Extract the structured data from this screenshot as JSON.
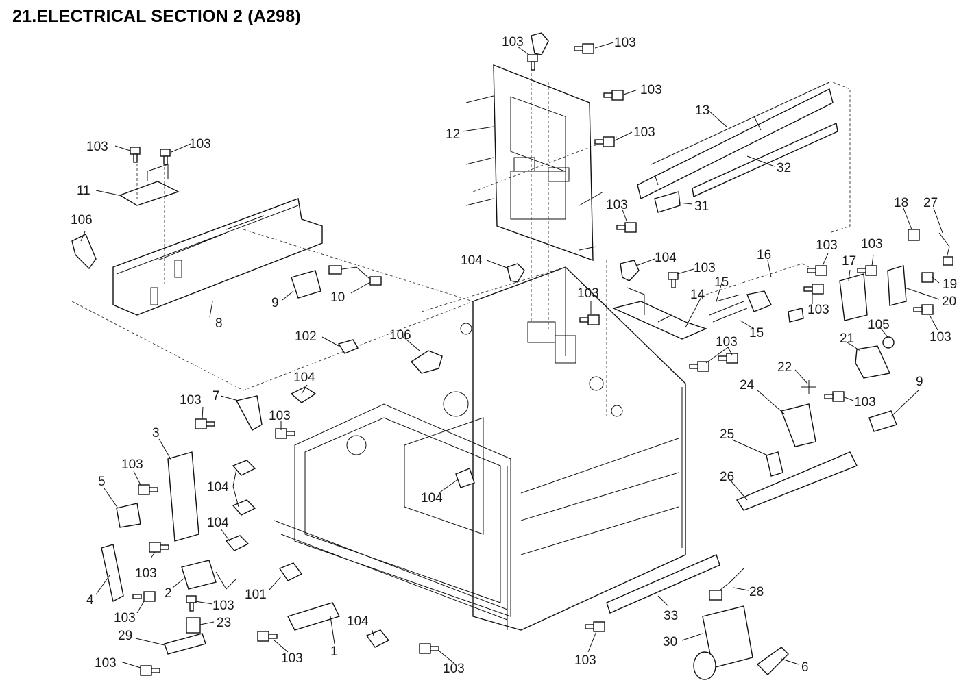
{
  "title": "21.ELECTRICAL SECTION 2 (A298)",
  "callouts": {
    "c1": "1",
    "c2": "2",
    "c3": "3",
    "c4": "4",
    "c5": "5",
    "c6": "6",
    "c7": "7",
    "c8": "8",
    "c9a": "9",
    "c9b": "9",
    "c10": "10",
    "c11": "11",
    "c12": "12",
    "c13": "13",
    "c14": "14",
    "c15a": "15",
    "c15b": "15",
    "c16": "16",
    "c17": "17",
    "c18": "18",
    "c19": "19",
    "c20": "20",
    "c21": "21",
    "c22": "22",
    "c23": "23",
    "c24": "24",
    "c25": "25",
    "c26": "26",
    "c27": "27",
    "c28": "28",
    "c29": "29",
    "c30": "30",
    "c31": "31",
    "c32": "32",
    "c33": "33",
    "c101": "101",
    "c102": "102",
    "c103": "103",
    "c104": "104",
    "c105": "105",
    "c106": "106"
  }
}
